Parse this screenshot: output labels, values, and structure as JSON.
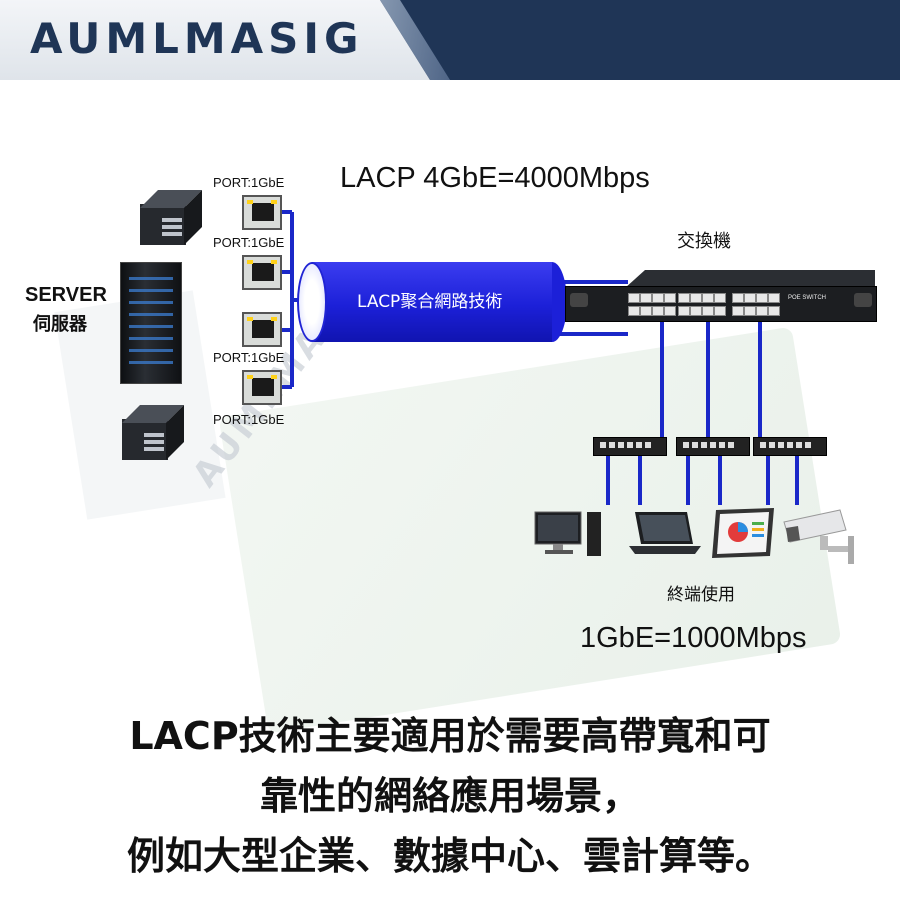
{
  "brand": {
    "name": "AUMLMASIG",
    "watermark": "AUMLMASIG"
  },
  "diagram": {
    "title_lacp_speed": "LACP 4GbE=4000Mbps",
    "ports": [
      "PORT:1GbE",
      "PORT:1GbE",
      "PORT:1GbE",
      "PORT:1GbE"
    ],
    "server_label_en": "SERVER",
    "server_label_zh": "伺服器",
    "cylinder_label": "LACP聚合網路技術",
    "switch_label": "交換機",
    "switch_tag": "POE SWITCH",
    "terminal_label": "終端使用",
    "terminal_speed": "1GbE=1000Mbps"
  },
  "caption": {
    "line1": "LACP技術主要適用於需要高帶寬和可",
    "line2": "靠性的網絡應用場景，",
    "line3": "例如大型企業、數據中心、雲計算等。"
  },
  "colors": {
    "link_blue": "#1a28c8",
    "banner_navy": "#1f3556"
  }
}
